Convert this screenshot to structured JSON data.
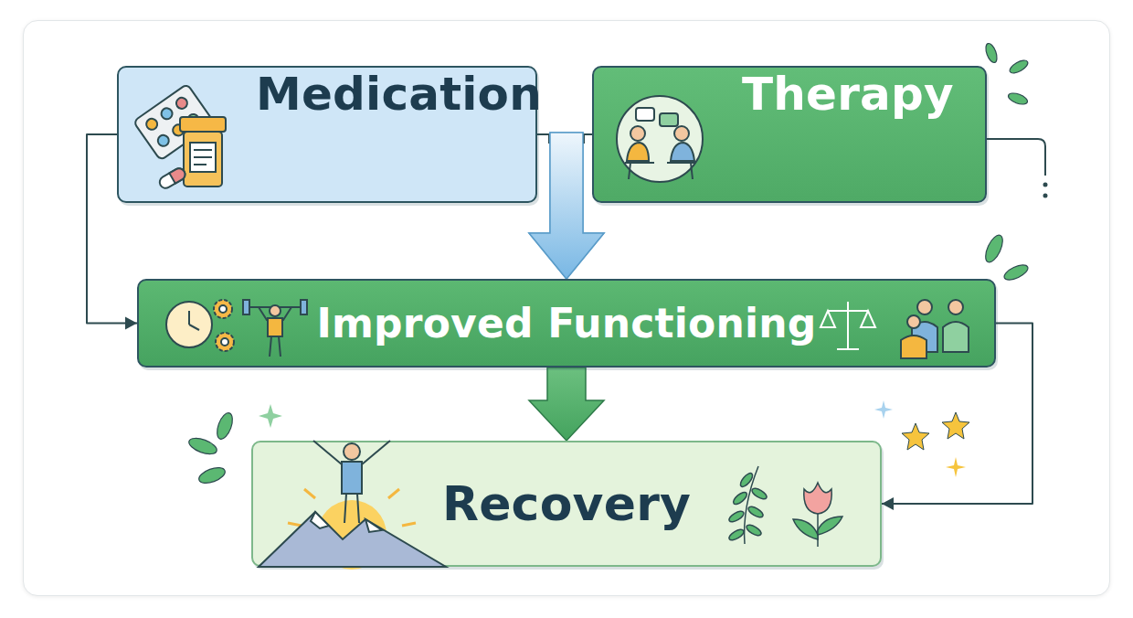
{
  "diagram": {
    "nodes": [
      {
        "text": [
          "Medication"
        ]
      },
      {
        "text": [
          "Therapy"
        ]
      },
      {
        "text": [
          "Improved Functioning"
        ]
      },
      {
        "text": [
          "Recovery"
        ]
      }
    ],
    "edges": [
      {
        "from": 0,
        "to": 2,
        "arrow": "to"
      },
      {
        "from": 0,
        "to": 2,
        "arrow": "to"
      },
      {
        "from": 1,
        "to": 2,
        "arrow": "to"
      },
      {
        "from": 2,
        "to": 3,
        "arrow": "to"
      },
      {
        "from": 2,
        "to": 3,
        "arrow": "to"
      }
    ]
  }
}
